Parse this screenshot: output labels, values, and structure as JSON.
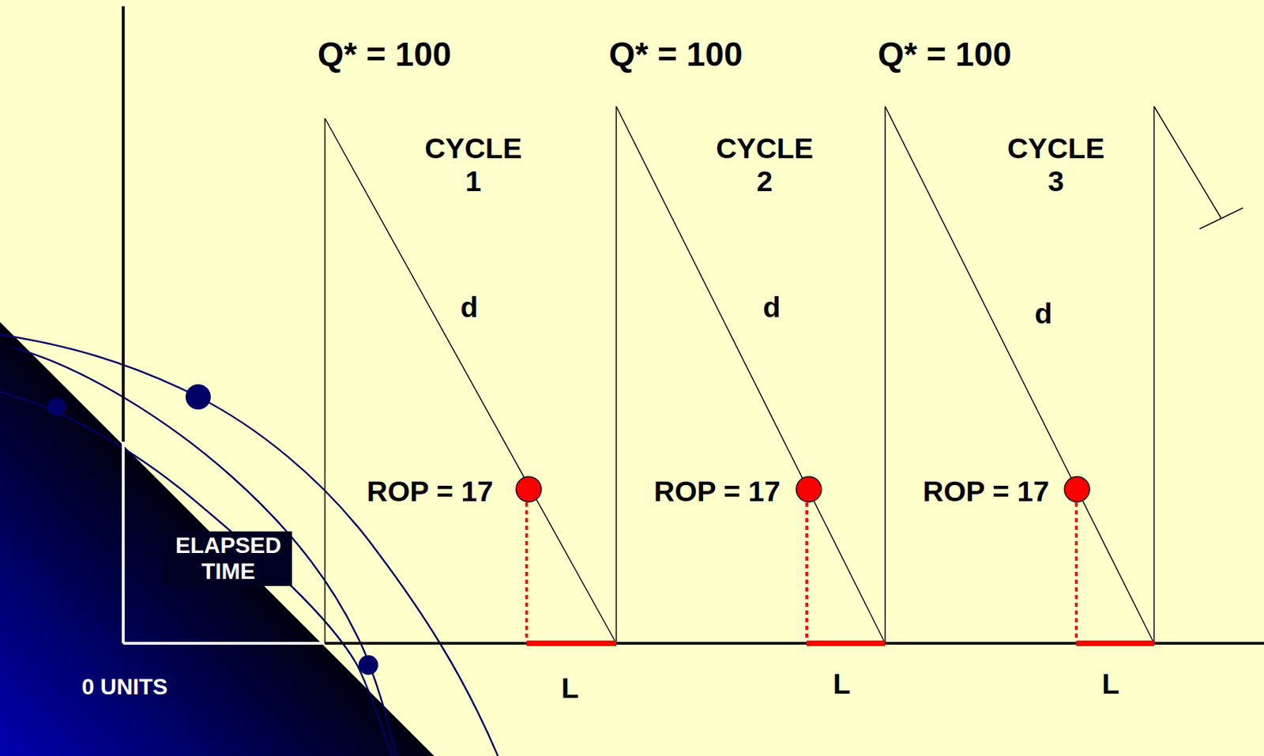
{
  "diagram": {
    "labels": [
      "Q* = 100",
      "Q* = 100",
      "Q* = 100",
      "CYCLE 1",
      "CYCLE 2",
      "CYCLE 3",
      "d",
      "d",
      "d",
      "ROP = 17",
      "ROP = 17",
      "ROP = 17",
      "ELAPSED TIME",
      "0 UNITS",
      "L",
      "L",
      "L"
    ]
  }
}
